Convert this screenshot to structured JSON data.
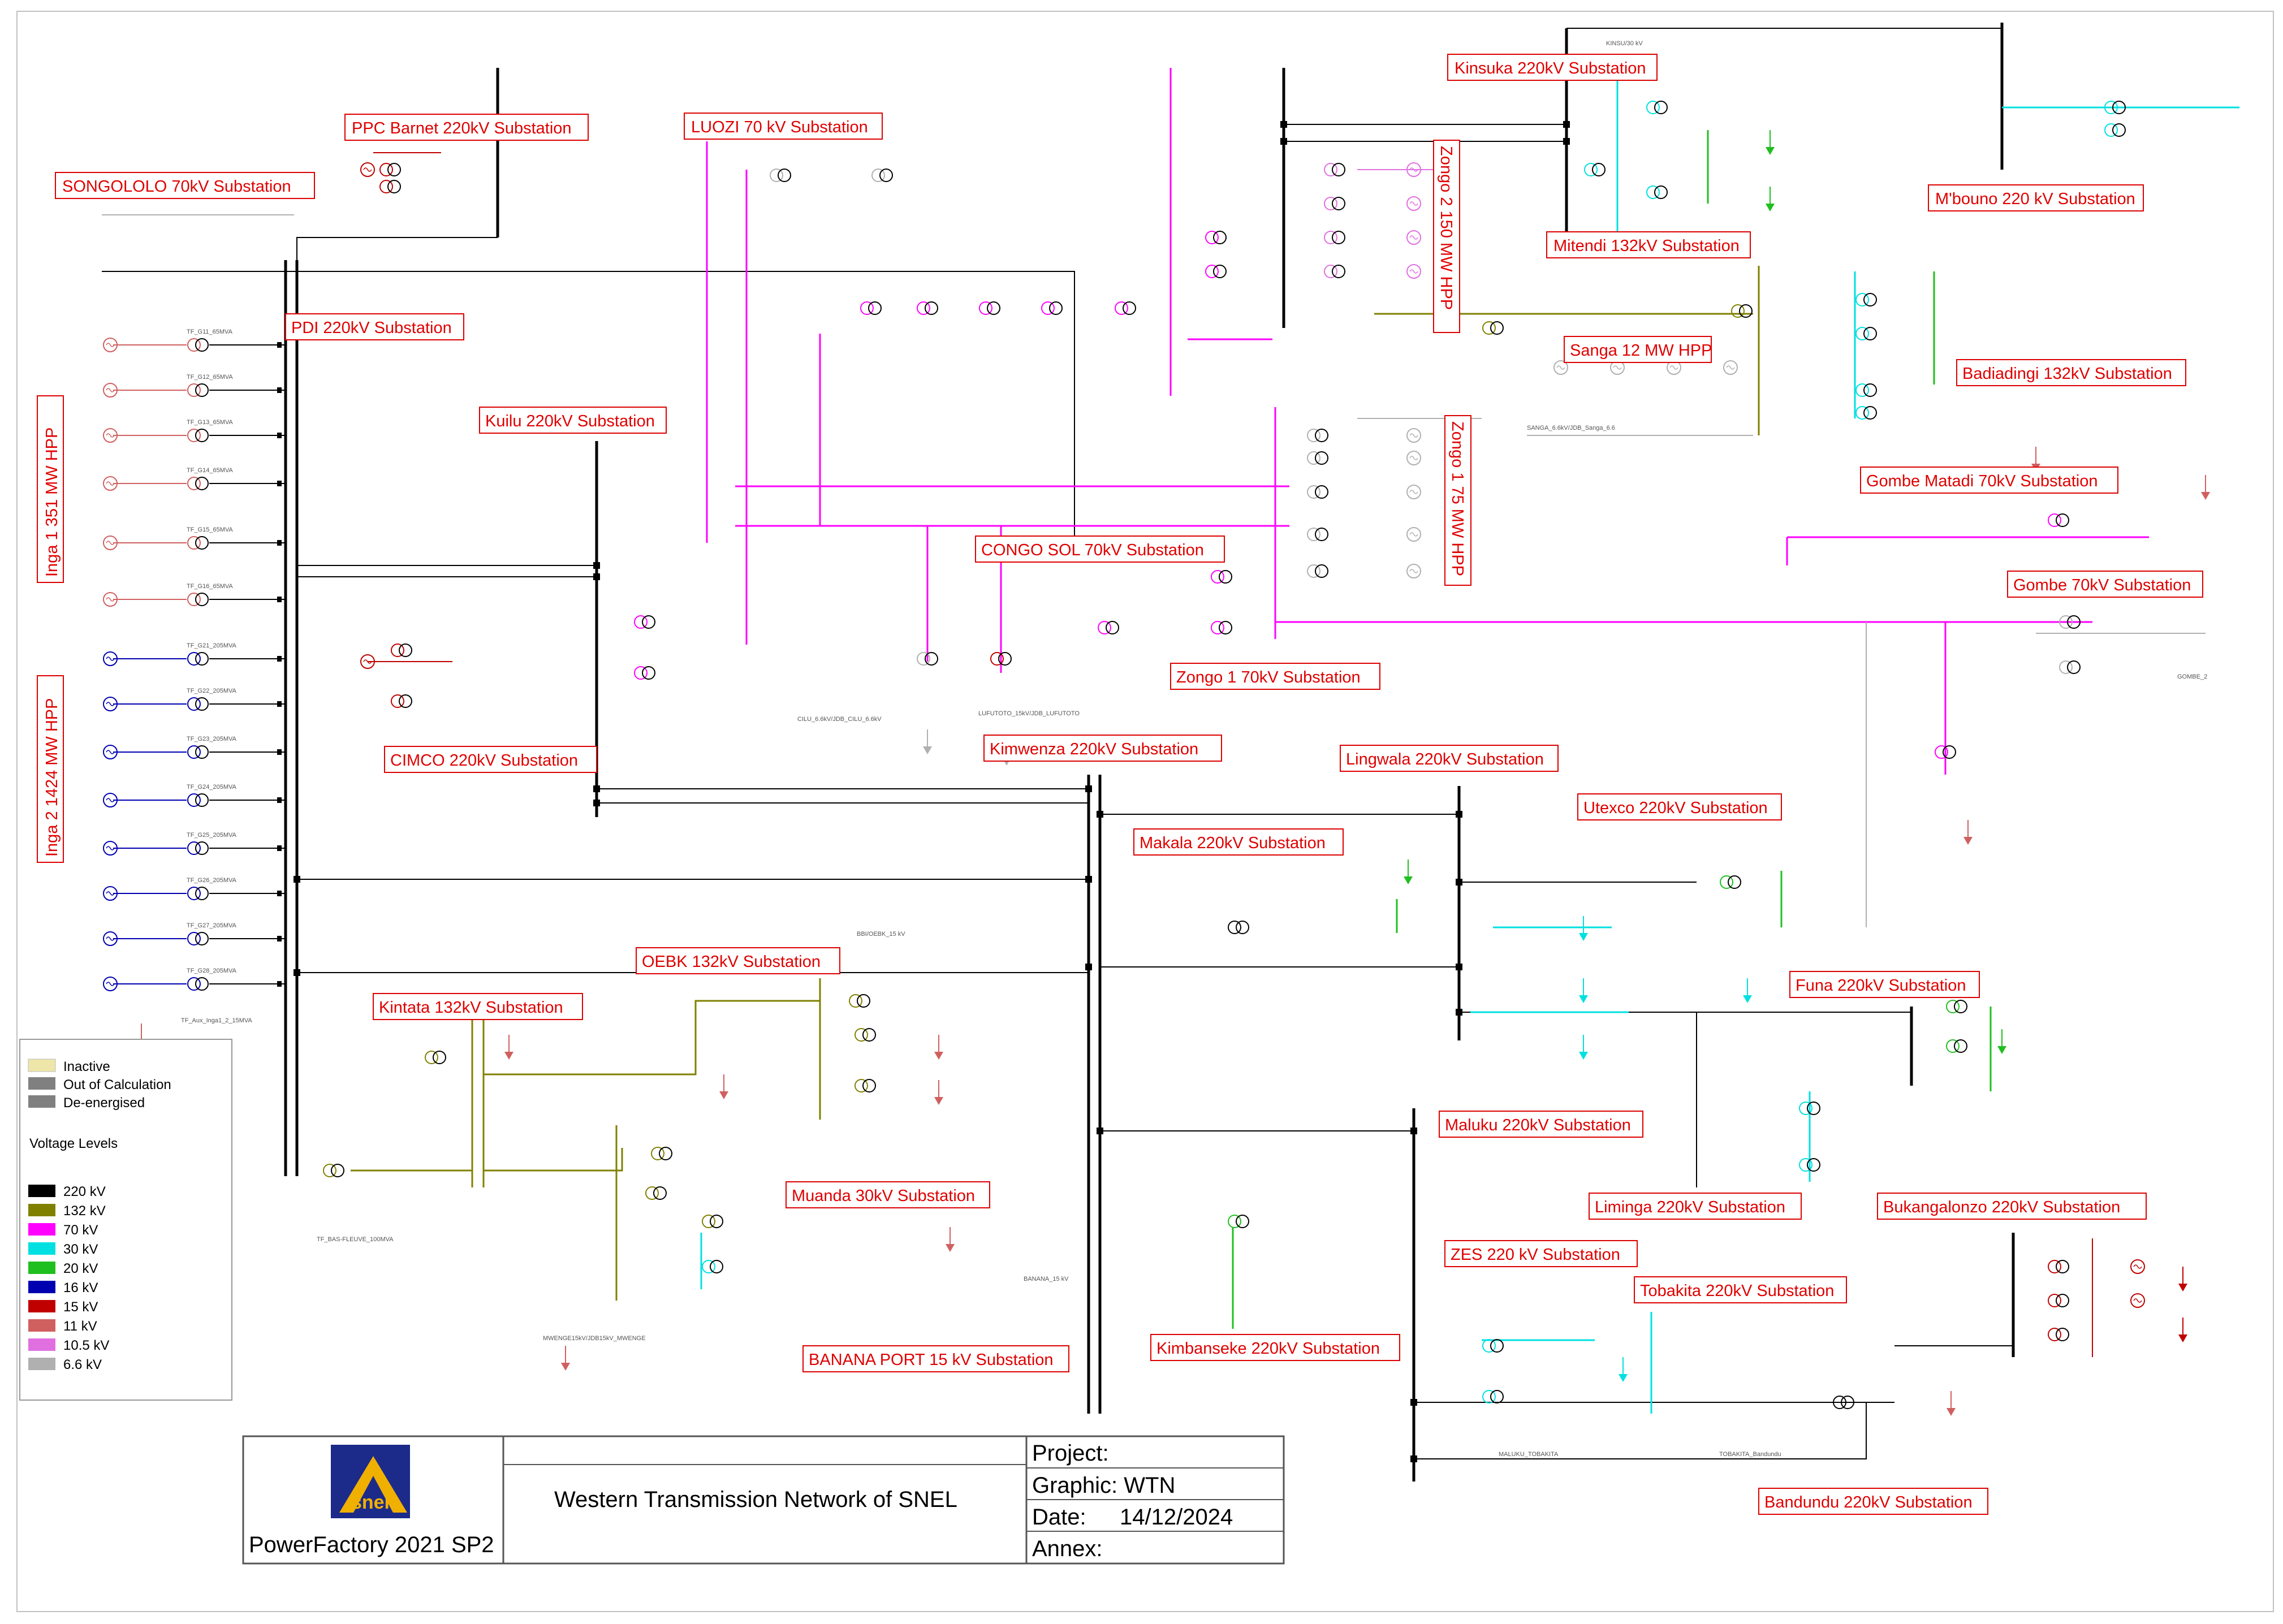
{
  "colors": {
    "kv220": "#000000",
    "kv132": "#808000",
    "kv70": "#ff00ff",
    "kv30": "#00e0e0",
    "kv20": "#1fbf1f",
    "kv16": "#0000b0",
    "kv15": "#c00000",
    "kv11": "#d06060",
    "kv10_5": "#e070e0",
    "kv6_6": "#b0b0b0",
    "label": "#e00000",
    "inactive": "#eee6a8",
    "out": "#808080",
    "deen": "#808080"
  },
  "labels": {
    "songololo": "SONGOLOLO 70kV Substation",
    "ppc_barnet": "PPC Barnet 220kV Substation",
    "luozi": "LUOZI 70 kV Substation",
    "kinsuka": "Kinsuka 220kV Substation",
    "mbouno": "M'bouno 220 kV Substation",
    "mitendi": "Mitendi 132kV Substation",
    "pdi": "PDI 220kV Substation",
    "kuilu": "Kuilu 220kV Substation",
    "sanga": "Sanga 12 MW HPP",
    "badiadingi": "Badiadingi 132kV Substation",
    "gombe_matadi": "Gombe Matadi 70kV Substation",
    "congo_sol": "CONGO SOL 70kV Substation",
    "gombe70": "Gombe 70kV Substation",
    "zongo1_sub": "Zongo 1 70kV Substation",
    "cimco": "CIMCO 220kV Substation",
    "kimwenza": "Kimwenza 220kV Substation",
    "lingwala": "Lingwala 220kV Substation",
    "utexco": "Utexco 220kV Substation",
    "makala": "Makala 220kV Substation",
    "oebk": "OEBK 132kV Substation",
    "kintata": "Kintata 132kV Substation",
    "funa": "Funa 220kV Substation",
    "maluku": "Maluku 220kV Substation",
    "muanda": "Muanda 30kV Substation",
    "liminga": "Liminga 220kV Substation",
    "bukangalonzo": "Bukangalonzo 220kV Substation",
    "zes": "ZES 220 kV Substation",
    "tobakita": "Tobakita 220kV Substation",
    "kimbanseke": "Kimbanseke 220kV Substation",
    "banana": "BANANA PORT 15 kV Substation",
    "bandundu": "Bandundu 220kV Substation",
    "zongo2_hpp": "Zongo 2 150 MW HPP",
    "zongo1_hpp": "Zongo 1 75 MW HPP",
    "inga1": "Inga 1  351 MW HPP",
    "inga2": "Inga 2  1424 MW HPP"
  },
  "legend": {
    "state": [
      "Inactive",
      "Out of Calculation",
      "De-energised"
    ],
    "title": "Voltage Levels",
    "levels": [
      {
        "label": "220  kV",
        "color": "#000000"
      },
      {
        "label": "132 kV",
        "color": "#808000"
      },
      {
        "label": "70  kV",
        "color": "#ff00ff"
      },
      {
        "label": "30  kV",
        "color": "#00e0e0"
      },
      {
        "label": "20  kV",
        "color": "#1fbf1f"
      },
      {
        "label": "16  kV",
        "color": "#0000b0"
      },
      {
        "label": "15  kV",
        "color": "#c00000"
      },
      {
        "label": "11  kV",
        "color": "#d06060"
      },
      {
        "label": "10.5  kV",
        "color": "#e070e0"
      },
      {
        "label": "6.6 kV",
        "color": "#b0b0b0"
      }
    ]
  },
  "titleblock": {
    "software": "PowerFactory 2021 SP2",
    "title": "Western Transmission Network of SNEL",
    "project": "Project:",
    "graphic": "Graphic:  WTN",
    "date_label": "Date:",
    "date_value": "14/12/2024",
    "annex": "Annex:",
    "logo_text": "snel"
  },
  "small_labels": {
    "inga_gens": [
      "TF_G11_65MVA",
      "TF_G12_65MVA",
      "TF_G13_65MVA",
      "TF_G14_65MVA",
      "TF_G15_65MVA",
      "TF_G16_65MVA",
      "TF_G21_205MVA",
      "TF_G22_205MVA",
      "TF_G23_205MVA",
      "TF_G24_205MVA",
      "TF_G25_205MVA",
      "TF_G26_205MVA",
      "TF_G27_205MVA",
      "TF_G28_205MVA"
    ],
    "aux": "TF_Aux_Inga1_2_15MVA",
    "bas_fleuve": "TF_BAS-FLEUVE_100MVA",
    "sanga_bus": "SANGA_6.6kV/JDB_Sanga_6.6",
    "cilu": "CILU_6.6kV/JDB_CILU_6.6kV",
    "lufutoto": "LUFUTOTO_15kV/JDB_LUFUTOTO",
    "bbi": "BBI/OEBK_15 kV",
    "mwenge": "MWENGE15kV/JDB15kV_MWENGE",
    "banana_bus": "BANANA_15 kV",
    "tobakita_bandundu": "TOBAKITA_Bandundu",
    "maluku_tobakita": "MALUKU_TOBAKITA",
    "gombe_2": "GOMBE_2",
    "kinsu": "KINSU/30 kV"
  }
}
